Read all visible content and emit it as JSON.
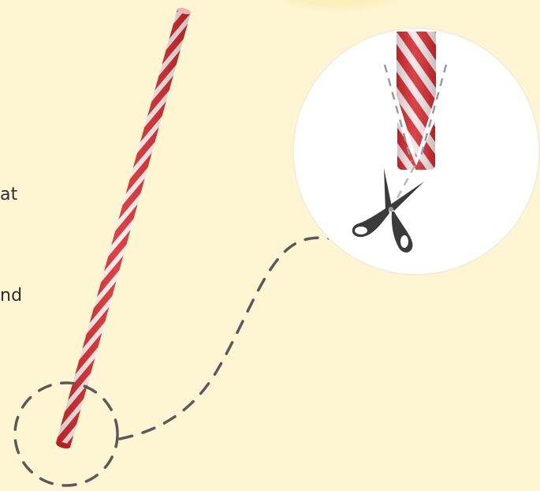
{
  "instructions": {
    "line1_tail": "at",
    "line2_tail": "nd"
  },
  "colors": {
    "background": "#fef6d2",
    "straw_red": "#d8282c",
    "straw_white": "#f7ecec",
    "scissors": "#3b3b3b",
    "dash": "#5a5a5a"
  },
  "icons": [
    "straw",
    "scissors-icon",
    "magnifier-circle",
    "dashed-guide"
  ]
}
